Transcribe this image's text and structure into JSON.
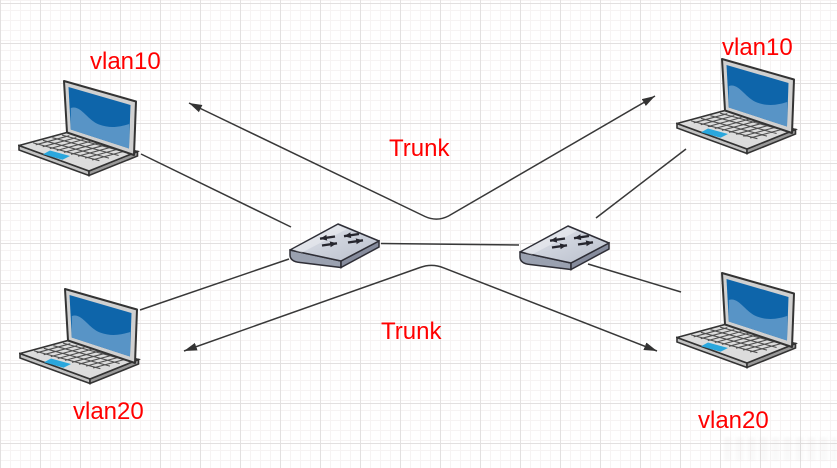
{
  "diagram": {
    "nodes": [
      {
        "id": "laptop-top-left",
        "type": "laptop",
        "label": "vlan10"
      },
      {
        "id": "laptop-top-right",
        "type": "laptop",
        "label": "vlan10"
      },
      {
        "id": "laptop-bottom-left",
        "type": "laptop",
        "label": "vlan20"
      },
      {
        "id": "laptop-bottom-right",
        "type": "laptop",
        "label": "vlan20"
      },
      {
        "id": "switch-left",
        "type": "switch",
        "label": ""
      },
      {
        "id": "switch-right",
        "type": "switch",
        "label": ""
      }
    ],
    "edges": [
      {
        "id": "pc-topleft-to-switch-left",
        "type": "line"
      },
      {
        "id": "pc-bottomleft-to-switch-left",
        "type": "line"
      },
      {
        "id": "switch-left-to-switch-right",
        "type": "line"
      },
      {
        "id": "switch-right-to-pc-topright",
        "type": "line"
      },
      {
        "id": "switch-right-to-pc-bottomright",
        "type": "line"
      },
      {
        "id": "trunk-top",
        "type": "double-arrow",
        "label": "Trunk"
      },
      {
        "id": "trunk-bottom",
        "type": "double-arrow",
        "label": "Trunk"
      }
    ],
    "colors": {
      "label_text": "#ff0000",
      "connector": "#383838",
      "grid_major": "#e2e0e0",
      "grid_minor": "#f6f3f3",
      "laptop_screen_dark": "#0e65aa",
      "laptop_screen_light": "#5894c6",
      "laptop_body": "#dcdcdc",
      "laptop_touchpad": "#2aa7dd",
      "switch_top": "#cdd2de",
      "switch_front_left": "#9aa1b0",
      "switch_front_right": "#868c9d"
    }
  }
}
